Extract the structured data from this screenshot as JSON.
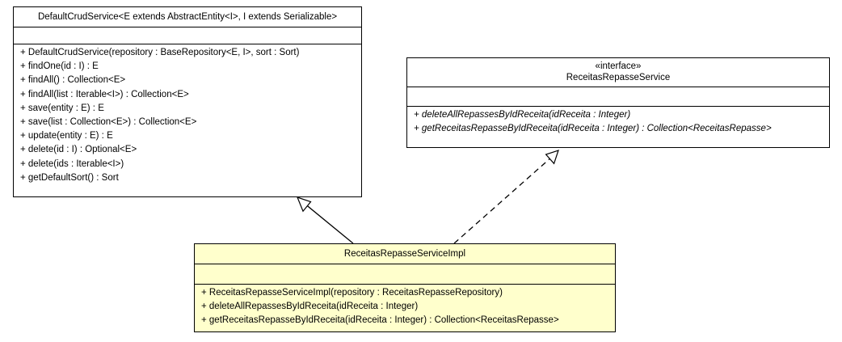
{
  "classes": {
    "default_crud_service": {
      "name": "DefaultCrudService<E extends AbstractEntity<I>, I extends Serializable>",
      "operations": [
        "+ DefaultCrudService(repository : BaseRepository<E, I>, sort : Sort)",
        "+ findOne(id : I) : E",
        "+ findAll() : Collection<E>",
        "+ findAll(list : Iterable<I>) : Collection<E>",
        "+ save(entity : E) : E",
        "+ save(list : Collection<E>) : Collection<E>",
        "+ update(entity : E) : E",
        "+ delete(id : I) : Optional<E>",
        "+ delete(ids : Iterable<I>)",
        "+ getDefaultSort() : Sort"
      ]
    },
    "receitas_repasse_service": {
      "stereotype": "«interface»",
      "name": "ReceitasRepasseService",
      "operations": [
        "+ deleteAllRepassesByIdReceita(idReceita : Integer)",
        "+ getReceitasRepasseByIdReceita(idReceita : Integer) : Collection<ReceitasRepasse>"
      ]
    },
    "receitas_repasse_service_impl": {
      "name": "ReceitasRepasseServiceImpl",
      "operations": [
        "+ ReceitasRepasseServiceImpl(repository : ReceitasRepasseRepository)",
        "+ deleteAllRepassesByIdReceita(idReceita : Integer)",
        "+ getReceitasRepasseByIdReceita(idReceita : Integer) : Collection<ReceitasRepasse>"
      ]
    }
  },
  "relations": [
    {
      "type": "generalization",
      "from": "ReceitasRepasseServiceImpl",
      "to": "DefaultCrudService"
    },
    {
      "type": "realization",
      "from": "ReceitasRepasseServiceImpl",
      "to": "ReceitasRepasseService"
    }
  ],
  "colors": {
    "impl_fill": "#ffffcc",
    "box_fill": "#ffffff",
    "line": "#000000"
  }
}
